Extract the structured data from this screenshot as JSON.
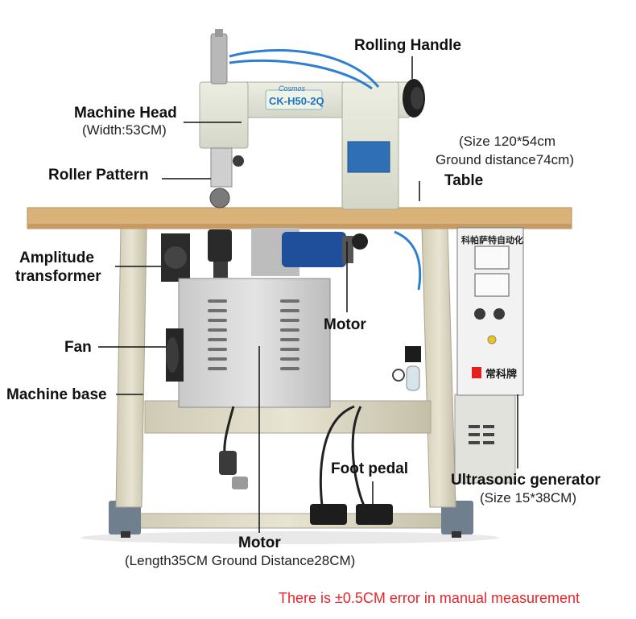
{
  "labels": {
    "rolling_handle": "Rolling Handle",
    "machine_head": "Machine Head",
    "machine_head_width": "(Width:53CM)",
    "table_size": "(Size 120*54cm",
    "table_ground": "Ground distance74cm)",
    "table": "Table",
    "roller_pattern": "Roller Pattern",
    "amplitude": "Amplitude",
    "transformer": "transformer",
    "motor_top": "Motor",
    "fan": "Fan",
    "machine_base": "Machine base",
    "foot_pedal": "Foot pedal",
    "ultrasonic_generator": "Ultrasonic generator",
    "generator_size": "(Size 15*38CM)",
    "motor_bottom": "Motor",
    "motor_bottom_dims": "(Length35CM  Ground Distance28CM)"
  },
  "machine": {
    "model_plate": "CK-H50-2Q",
    "brand_mark": "Cosmos",
    "panel_title": "科帕萨特自动化",
    "panel_brand": "常科牌"
  },
  "footnote": "There is ±0.5CM error in manual measurement",
  "colors": {
    "machine_body": "#e4e6d8",
    "tabletop": "#d9b27a",
    "frame": "#ddd9c5",
    "hose": "#2f7fd0",
    "note": "#e8262a"
  }
}
